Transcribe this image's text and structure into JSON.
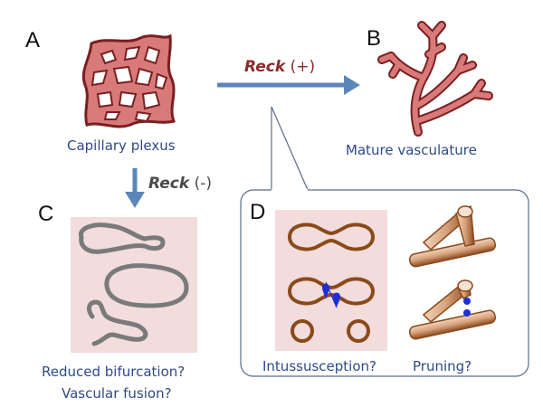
{
  "panels": {
    "a": {
      "letter": "A",
      "caption": "Capillary plexus"
    },
    "b": {
      "letter": "B",
      "caption": "Mature vasculature"
    },
    "c": {
      "letter": "C",
      "caption_line1": "Reduced bifurcation?",
      "caption_line2": "Vascular fusion?"
    },
    "d": {
      "letter": "D",
      "left_caption": "Intussusception?",
      "right_caption": "Pruning?"
    }
  },
  "arrows": {
    "positive": {
      "gene": "Reck",
      "sign": "(+)"
    },
    "negative": {
      "gene": "Reck",
      "sign": "(-)"
    }
  },
  "colors": {
    "arrow": "#5b86b9",
    "reck_positive": "#8b2a2a",
    "reck_negative": "#4a4a4a",
    "caption_text": "#2e4a86",
    "vessel_fill": "#d8797a",
    "vessel_outline": "#7a1f1f",
    "pink_panel": "#f2dcdc",
    "gray_vessel": "#7a7a7a",
    "brown_vessel": "#9a5a2c",
    "marker_blue": "#1d2fd6"
  }
}
